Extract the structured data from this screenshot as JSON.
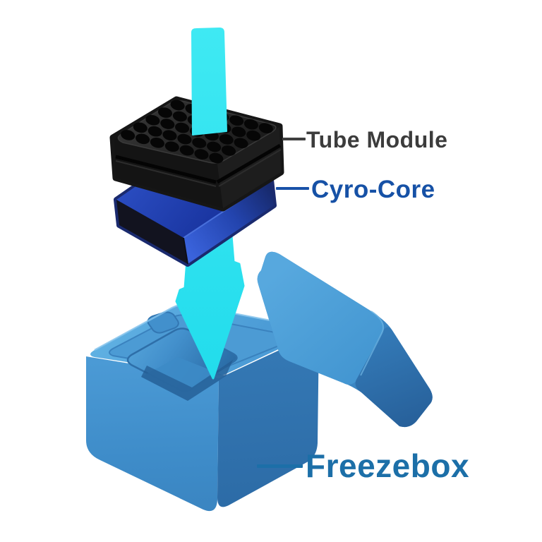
{
  "diagram": {
    "title": "Freezebox exploded-view product diagram",
    "background": "#ffffff",
    "arrow_color": "#2ee4f0",
    "parts": [
      {
        "id": "tube-module",
        "label": "Tube Module",
        "label_color": "#3c3c3c",
        "leader_color": "#3f3f3f",
        "part_color": "#1c1c1c"
      },
      {
        "id": "cyro-core",
        "label": "Cyro-Core",
        "label_color": "#1651a6",
        "leader_color": "#1851a8",
        "part_color": "#2342b2"
      },
      {
        "id": "freezebox",
        "label": "Freezebox",
        "label_color": "#1c6fa8",
        "leader_color": "#1c6fa8",
        "part_color": "#4292cf"
      }
    ],
    "tube_module_grid": {
      "hole_rows": 5,
      "hole_cols": 7,
      "hole_color": "#060606"
    },
    "lid_color": "#4fa2d8",
    "cavity_color": "#2e73ae"
  }
}
